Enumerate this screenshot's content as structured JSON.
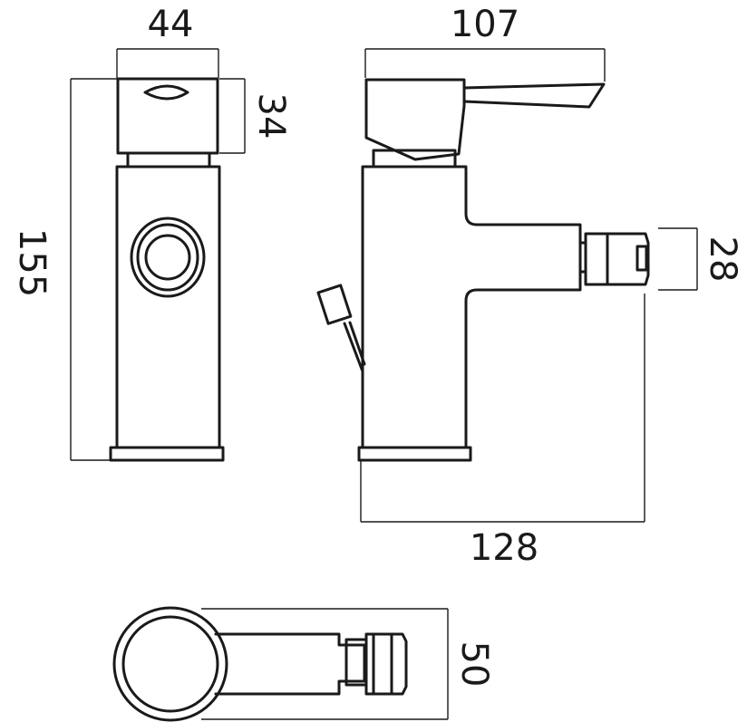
{
  "drawing": {
    "dimensions": {
      "front_width": "44",
      "handle_height": "34",
      "total_height": "155",
      "side_width": "107",
      "outlet_height": "28",
      "projection": "128",
      "plan_depth": "50"
    }
  }
}
